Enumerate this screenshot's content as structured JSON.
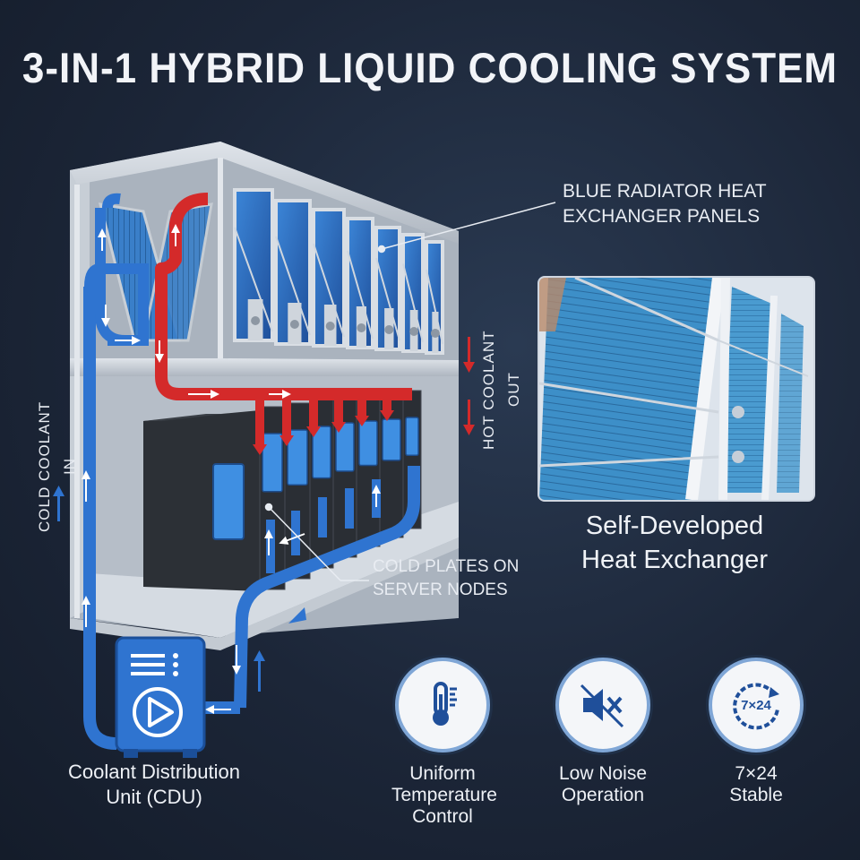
{
  "title": "3-IN-1 HYBRID LIQUID COOLING SYSTEM",
  "labels": {
    "radiator": "BLUE RADIATOR HEAT EXCHANGER PANELS",
    "hot_coolant": "HOT COOLANT OUT",
    "cold_coolant": "COLD COOLANT IN",
    "cold_plates": "COLD PLATES ON SERVER NODES",
    "cdu": "Coolant Distribution Unit (CDU)"
  },
  "photo_caption": "Self-Developed Heat Exchanger",
  "features": [
    {
      "label": "Uniform Temperature Control",
      "icon": "thermometer-icon"
    },
    {
      "label": "Low Noise Operation",
      "icon": "muted-speaker-icon"
    },
    {
      "label": "7×24 Stable",
      "icon_text": "7×24",
      "icon": "clock-cycle-icon"
    }
  ],
  "colors": {
    "background": "#1c2638",
    "hot_pipe": "#d42a2a",
    "cold_pipe": "#2f74d0",
    "radiator_panel": "#2f6fc4",
    "frame": "#c9cfd6"
  }
}
